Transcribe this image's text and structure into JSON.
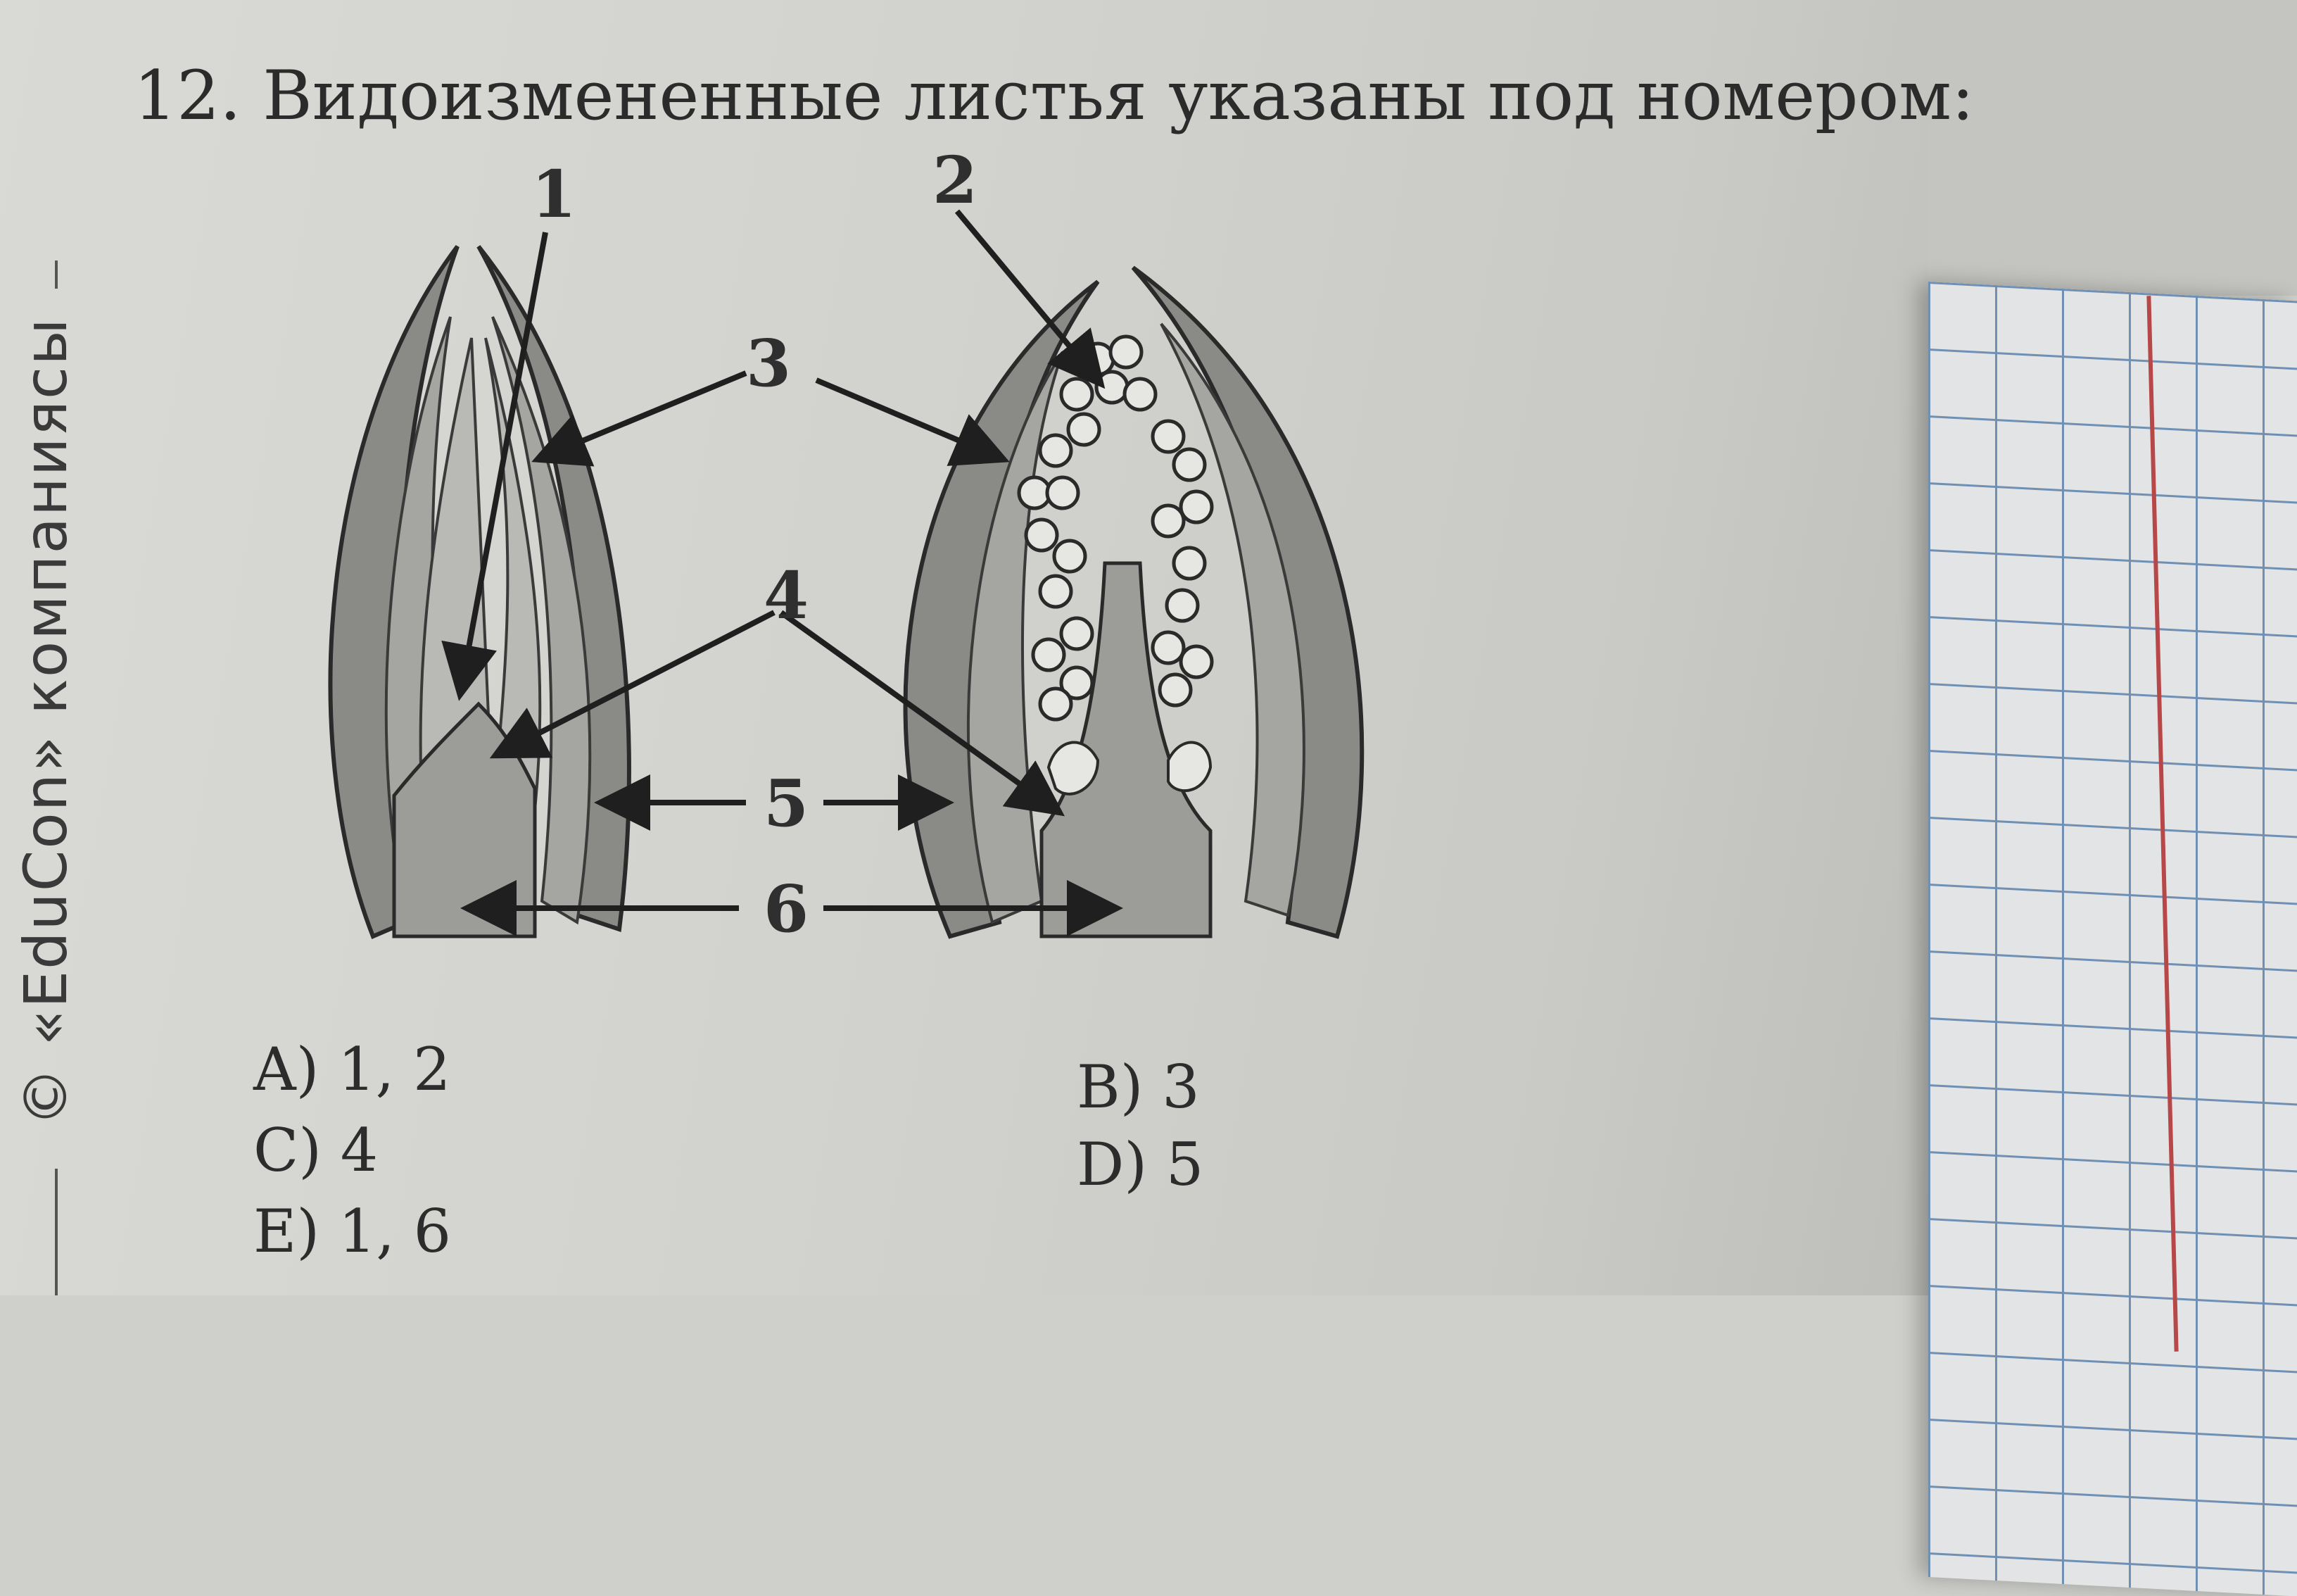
{
  "side_label": "© «EduCon» компаниясы",
  "question": {
    "number": "12.",
    "text": "Видоизмененные листья указаны под номером:"
  },
  "figure_labels": [
    "1",
    "2",
    "3",
    "4",
    "5",
    "6"
  ],
  "options": [
    {
      "letter": "A)",
      "value": "1, 2"
    },
    {
      "letter": "B)",
      "value": "3"
    },
    {
      "letter": "C)",
      "value": "4"
    },
    {
      "letter": "D)",
      "value": "5"
    },
    {
      "letter": "E)",
      "value": "1, 6"
    }
  ]
}
